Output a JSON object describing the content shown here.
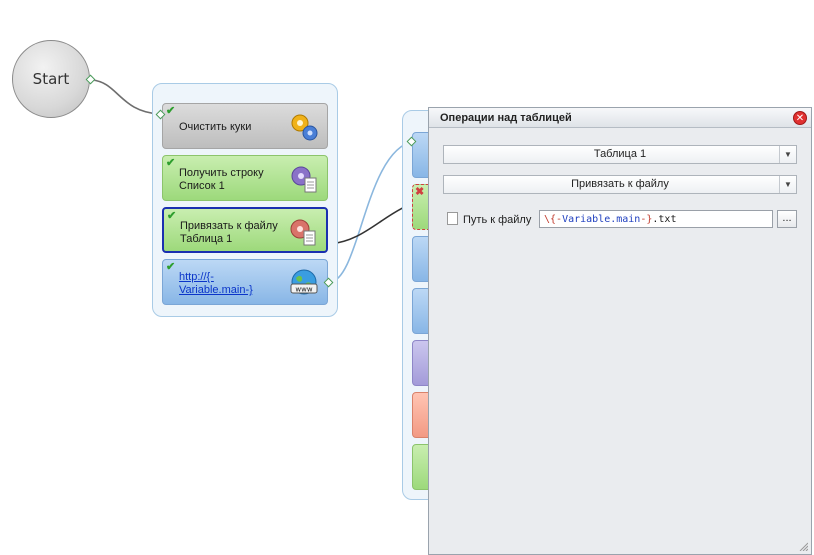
{
  "canvas": {
    "start_label": "Start",
    "blocks": [
      {
        "line1": "Очистить куки",
        "line2": ""
      },
      {
        "line1": "Получить строку",
        "line2": "Список 1"
      },
      {
        "line1": "Привязать к файлу",
        "line2": "Таблица 1"
      },
      {
        "line1": "http://{-",
        "line2": "Variable.main-}"
      }
    ]
  },
  "panel": {
    "title": "Операции над таблицей",
    "table_select": "Таблица 1",
    "operation_select": "Привязать к файлу",
    "path_label": "Путь к файлу",
    "path_value": {
      "open": "\\{-",
      "var": "Variable.main",
      "close": "-}",
      "ext": ".txt"
    },
    "browse_label": "..."
  }
}
